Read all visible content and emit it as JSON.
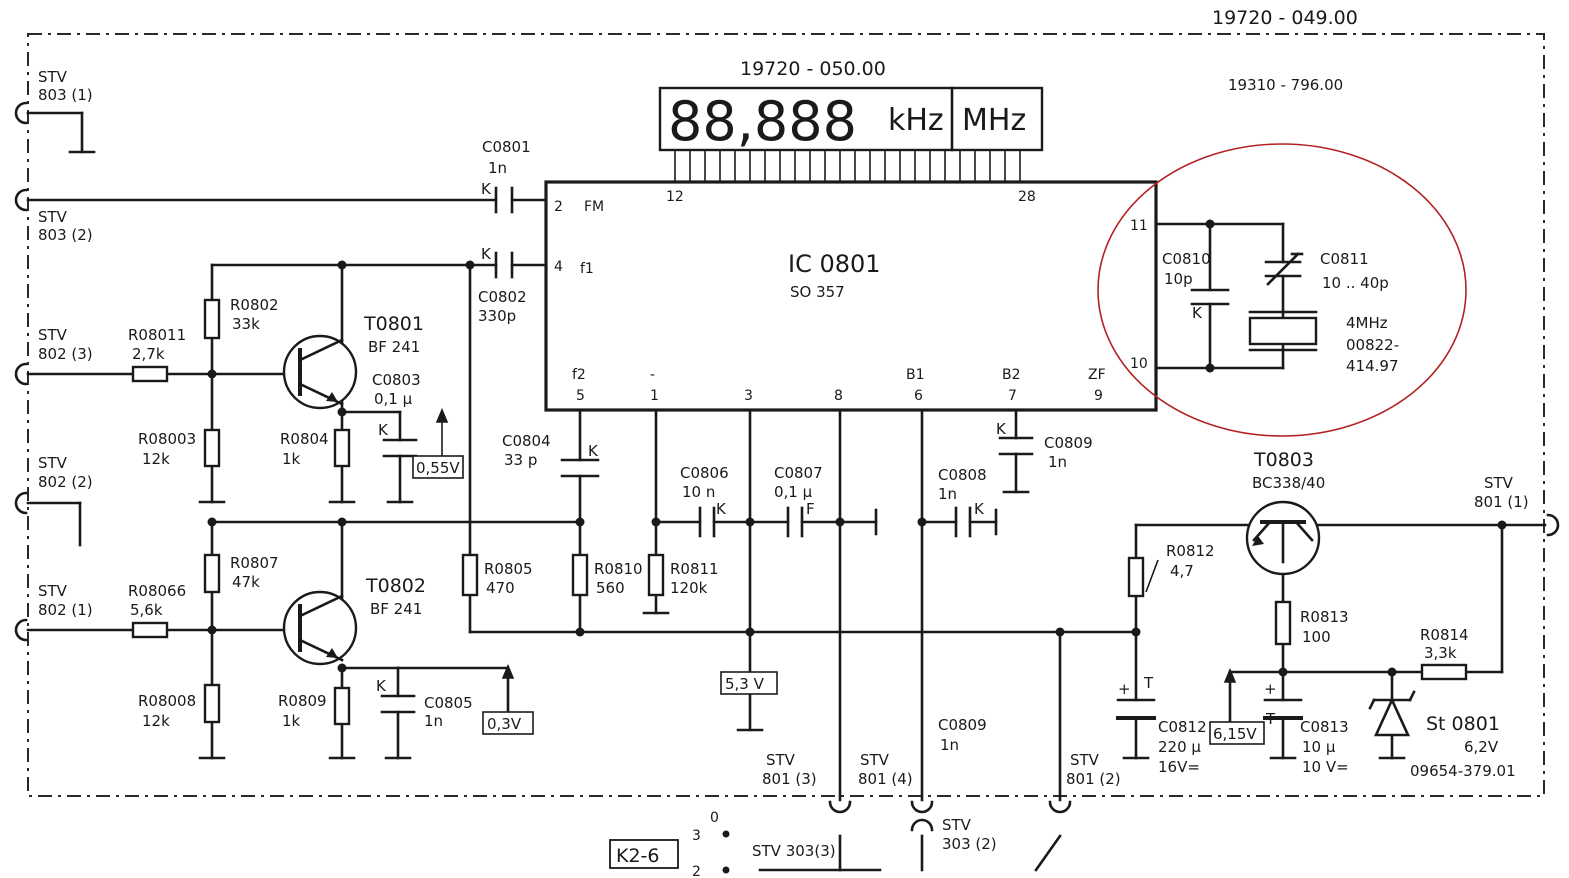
{
  "header": {
    "board_number": "19720 - 049.00",
    "display_number": "19720 - 050.00",
    "crystal_assembly": "19310 - 796.00"
  },
  "display": {
    "digits": "88,888",
    "unit_khz": "kHz",
    "unit_mhz": "MHz",
    "pin_first": "12",
    "pin_last": "28"
  },
  "ic": {
    "name": "IC 0801",
    "part": "SO 357",
    "pins": {
      "fm": "2",
      "fm_label": "FM",
      "f1": "4",
      "f1_label": "f1",
      "osc_a": "11",
      "osc_b": "10",
      "p12_top": "f2",
      "p12_bot": "5",
      "minus_top": "-",
      "minus_bot": "1",
      "p3": "3",
      "p8": "8",
      "b1_top": "B1",
      "b1_bot": "6",
      "b2_top": "B2",
      "b2_bot": "7",
      "zf_top": "ZF",
      "zf_bot": "9"
    }
  },
  "connectors": {
    "stv803_1": [
      "STV",
      "803 (1)"
    ],
    "stv803_2": [
      "STV",
      "803 (2)"
    ],
    "stv802_3": [
      "STV",
      "802 (3)"
    ],
    "stv802_2": [
      "STV",
      "802 (2)"
    ],
    "stv802_1": [
      "STV",
      "802 (1)"
    ],
    "stv801_1": [
      "STV",
      "801 (1)"
    ],
    "stv801_3": [
      "STV",
      "801 (3)"
    ],
    "stv801_4": [
      "STV",
      "801 (4)"
    ],
    "stv801_2": [
      "STV",
      "801 (2)"
    ],
    "stv303_3": "STV 303(3)",
    "stv303_2": [
      "STV",
      "303 (2)"
    ]
  },
  "components": {
    "c0801": [
      "C0801",
      "1n"
    ],
    "c0802": [
      "C0802",
      "330p"
    ],
    "c0803": [
      "C0803",
      "0,1 µ"
    ],
    "c0804": [
      "C0804",
      "33 p"
    ],
    "c0805": [
      "C0805",
      "1n"
    ],
    "c0806": [
      "C0806",
      "10 n"
    ],
    "c0807": [
      "C0807",
      "0,1 µ"
    ],
    "c0808": [
      "C0808",
      "1n"
    ],
    "c0809": [
      "C0809",
      "1n"
    ],
    "c0809b": [
      "C0809",
      "1n"
    ],
    "c0810": [
      "C0810",
      "10p"
    ],
    "c0811": [
      "C0811",
      "10 .. 40p"
    ],
    "c0812": [
      "C0812",
      "220 µ",
      "16V="
    ],
    "c0813": [
      "C0813",
      "10 µ",
      "10 V="
    ],
    "r08011": [
      "R08011",
      "2,7k"
    ],
    "r0802": [
      "R0802",
      "33k"
    ],
    "r08003": [
      "R08003",
      "12k"
    ],
    "r0804": [
      "R0804",
      "1k"
    ],
    "r0805": [
      "R0805",
      "470"
    ],
    "r08066": [
      "R08066",
      "5,6k"
    ],
    "r0807": [
      "R0807",
      "47k"
    ],
    "r08008": [
      "R08008",
      "12k"
    ],
    "r0809": [
      "R0809",
      "1k"
    ],
    "r0810": [
      "R0810",
      "560"
    ],
    "r0811": [
      "R0811",
      "120k"
    ],
    "r0812": [
      "R0812",
      "4,7"
    ],
    "r0813": [
      "R0813",
      "100"
    ],
    "r0814": [
      "R0814",
      "3,3k"
    ],
    "t0801": [
      "T0801",
      "BF 241"
    ],
    "t0802": [
      "T0802",
      "BF 241"
    ],
    "t0803": [
      "T0803",
      "BC338/40"
    ],
    "crystal": [
      "4MHz",
      "00822-",
      "414.97"
    ],
    "st0801": [
      "St 0801",
      "6,2V",
      "09654-379.01"
    ]
  },
  "voltages": {
    "v055": "0,55V",
    "v03": "0,3V",
    "v53": "5,3 V",
    "v615": "6,15V"
  },
  "marks": {
    "k": "K",
    "f": "F",
    "t": "T",
    "plus": "+"
  },
  "switch": {
    "label": "K2-6",
    "pos0": "0",
    "pos3": "3",
    "pos2": "2"
  }
}
